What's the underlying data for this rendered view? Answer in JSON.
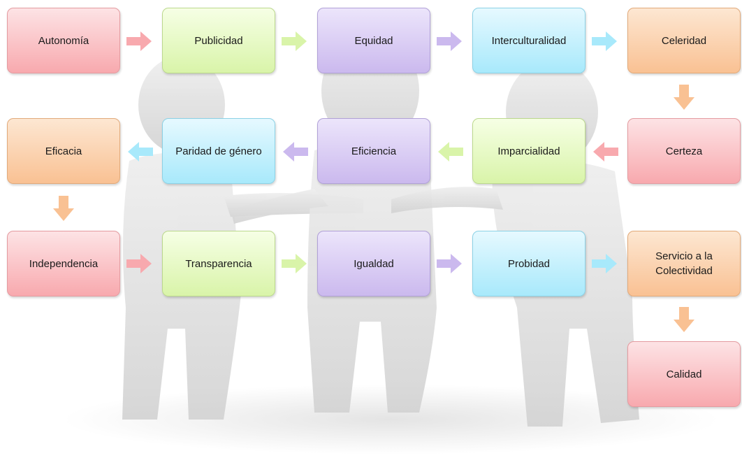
{
  "nodes": {
    "autonomia": "Autonomía",
    "publicidad": "Publicidad",
    "equidad": "Equidad",
    "interculturalidad": "Interculturalidad",
    "celeridad": "Celeridad",
    "certeza": "Certeza",
    "imparcialidad": "Imparcialidad",
    "eficiencia": "Eficiencia",
    "paridad": "Paridad de género",
    "eficacia": "Eficacia",
    "independencia": "Independencia",
    "transparencia": "Transparencia",
    "igualdad": "Igualdad",
    "probidad": "Probidad",
    "servicio": "Servicio a la Colectividad",
    "calidad": "Calidad"
  },
  "colors": {
    "red": "#f8a9ae",
    "green": "#d9f4a9",
    "purple": "#cbb9ee",
    "blue": "#a8e9fb",
    "orange": "#f9c193",
    "figure": "#d9d9d9"
  },
  "flow": [
    "autonomia",
    "publicidad",
    "equidad",
    "interculturalidad",
    "celeridad",
    "certeza",
    "imparcialidad",
    "eficiencia",
    "paridad",
    "eficacia",
    "independencia",
    "transparencia",
    "igualdad",
    "probidad",
    "servicio",
    "calidad"
  ]
}
